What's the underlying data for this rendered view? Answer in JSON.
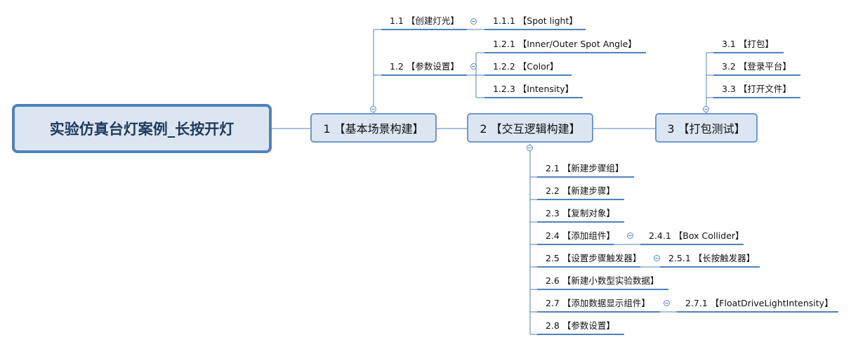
{
  "root": {
    "label": "实验仿真台灯案例_长按开灯"
  },
  "branches": [
    {
      "label": "1 【基本场景构建】",
      "children": [
        {
          "label": "1.1 【创建灯光】",
          "children": [
            {
              "label": "1.1.1 【Spot light】"
            }
          ]
        },
        {
          "label": "1.2 【参数设置】",
          "children": [
            {
              "label": "1.2.1 【Inner/Outer Spot Angle】"
            },
            {
              "label": "1.2.2 【Color】"
            },
            {
              "label": "1.2.3 【Intensity】"
            }
          ]
        }
      ]
    },
    {
      "label": "2 【交互逻辑构建】",
      "children": [
        {
          "label": "2.1 【新建步骤组】"
        },
        {
          "label": "2.2 【新建步骤】"
        },
        {
          "label": "2.3 【复制对象】"
        },
        {
          "label": "2.4 【添加组件】",
          "children": [
            {
              "label": "2.4.1 【Box Collider】"
            }
          ]
        },
        {
          "label": "2.5 【设置步骤触发器】",
          "children": [
            {
              "label": "2.5.1 【长按触发器】"
            }
          ]
        },
        {
          "label": "2.6 【新建小数型实验数据】"
        },
        {
          "label": "2.7 【添加数据显示组件】",
          "children": [
            {
              "label": "2.7.1 【FloatDriveLightIntensity】"
            }
          ]
        },
        {
          "label": "2.8 【参数设置】"
        }
      ]
    },
    {
      "label": "3 【打包测试】",
      "children": [
        {
          "label": "3.1 【打包】"
        },
        {
          "label": "3.2 【登录平台】"
        },
        {
          "label": "3.3 【打开文件】"
        }
      ]
    }
  ],
  "colors": {
    "line": "#4f81bd",
    "node_fill": "#dce6f2",
    "root_border": "#4f81bd"
  }
}
